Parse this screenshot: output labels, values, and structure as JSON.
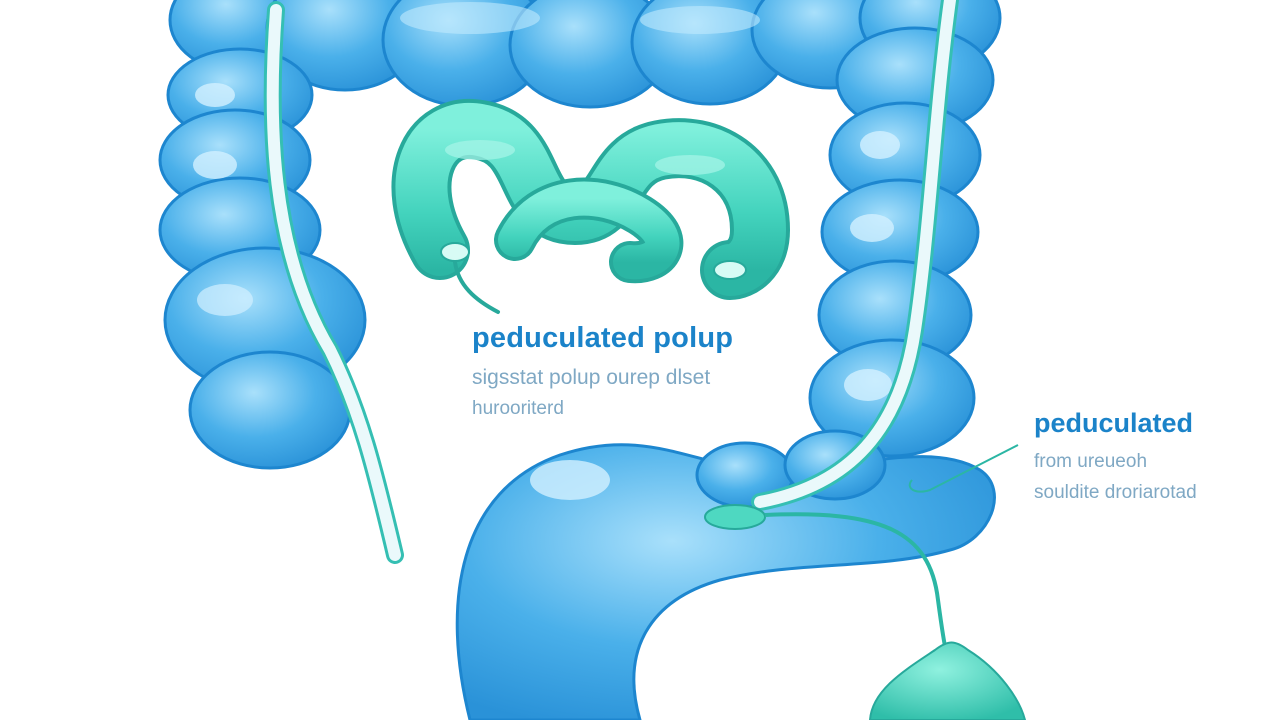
{
  "colors": {
    "colon_fill": "#3fa6e6",
    "colon_light": "#8fd2f7",
    "colon_stroke": "#1d86cf",
    "scope_fill": "#eaf9fb",
    "scope_stroke": "#35bfb3",
    "polyp_fill": "#4ed8c1",
    "polyp_stroke": "#27a99b",
    "label_title": "#1b83c9",
    "label_sub": "#7fa8c4"
  },
  "icons": {
    "colon": "large-intestine-illustration",
    "polyp": "pedunculated-polyp-illustration",
    "scope": "colonoscope-illustration"
  },
  "labels": {
    "main_title": "peduculated polup",
    "main_line1": "sigsstat polup ourep dlset",
    "main_line2": "hurooriterd",
    "side_title": "peduculated",
    "side_line1": "from ureueoh",
    "side_line2": "souldite droriarotad"
  }
}
